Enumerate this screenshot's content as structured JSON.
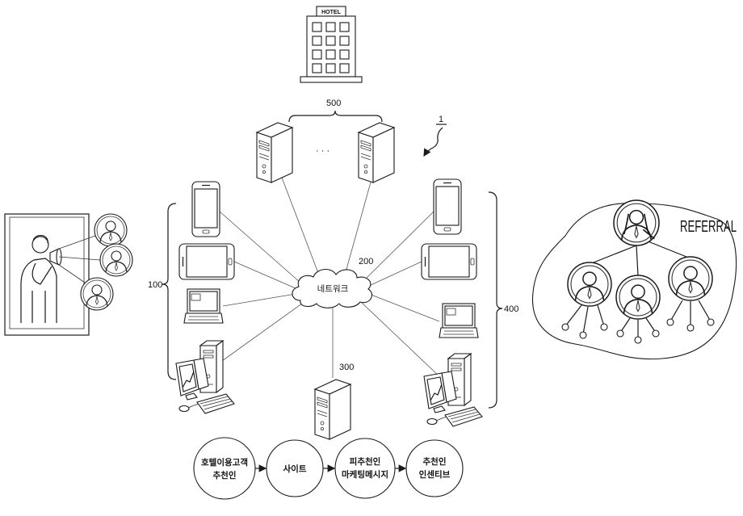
{
  "hotel": {
    "sign": "HOTEL"
  },
  "labels": {
    "server_group": "500",
    "system": "1",
    "user_group": "100",
    "network": "200",
    "referral_server": "300",
    "recommender_group": "400"
  },
  "servers": {
    "ellipsis": "· · ·"
  },
  "network": {
    "label": "네트워크"
  },
  "referral": {
    "title": "REFERRAL"
  },
  "flow": [
    {
      "lines": [
        "호텔이용고객",
        "추천인"
      ]
    },
    {
      "lines": [
        "사이트"
      ]
    },
    {
      "lines": [
        "피추천인",
        "마케팅메시지"
      ]
    },
    {
      "lines": [
        "추천인",
        "인센티브"
      ]
    }
  ]
}
